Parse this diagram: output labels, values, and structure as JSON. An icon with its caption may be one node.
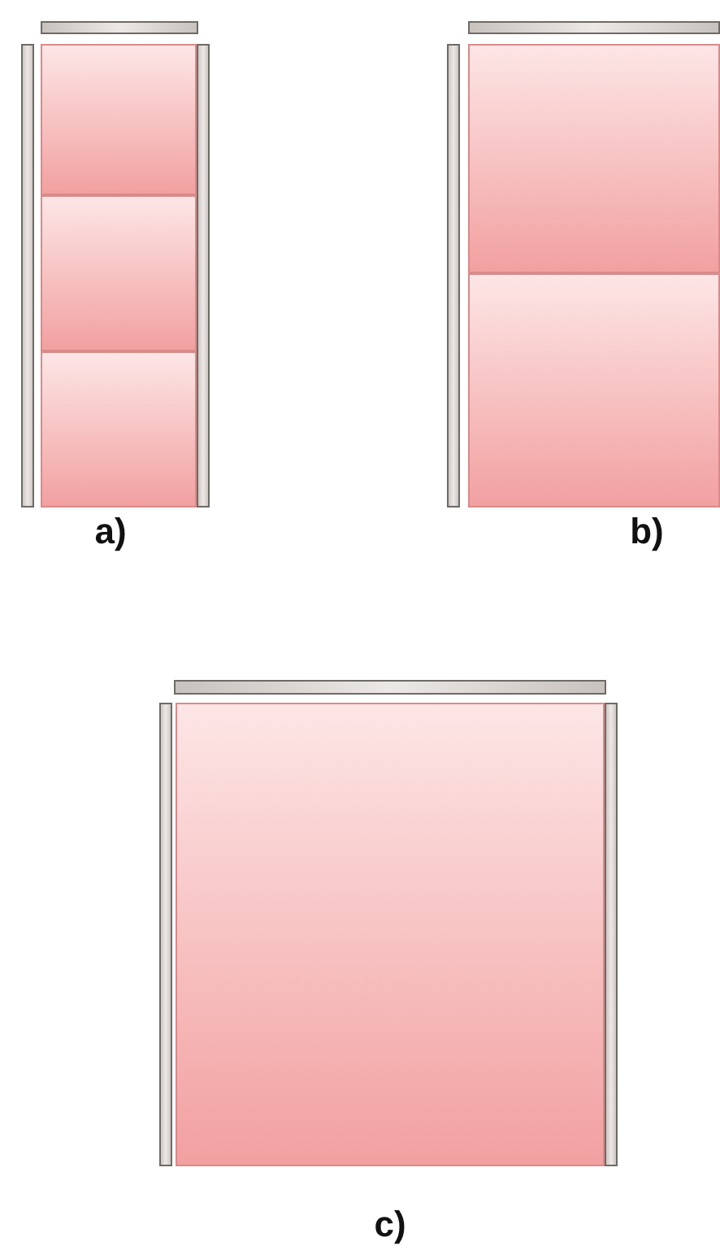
{
  "diagram": {
    "labels": [
      "a)",
      "b)",
      "c)"
    ]
  }
}
